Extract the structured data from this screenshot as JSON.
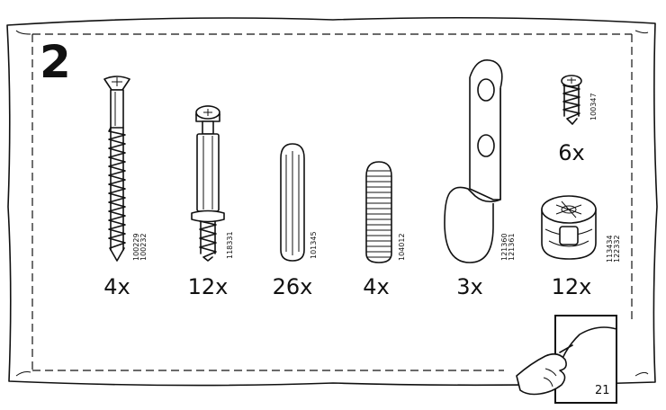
{
  "step": {
    "number": "2"
  },
  "parts": [
    {
      "name": "long-screw",
      "quantity": "4x",
      "codes": "100229\n100232"
    },
    {
      "name": "cam-bolt",
      "quantity": "12x",
      "codes": "118331"
    },
    {
      "name": "wooden-dowel",
      "quantity": "26x",
      "codes": "101345"
    },
    {
      "name": "threaded-dowel",
      "quantity": "4x",
      "codes": "104012"
    },
    {
      "name": "bracket-hook",
      "quantity": "3x",
      "codes": "121360\n121361"
    },
    {
      "name": "short-screw",
      "quantity": "6x",
      "codes": "100347"
    },
    {
      "name": "cam-lock-nut",
      "quantity": "12x",
      "codes": "113434\n122332"
    }
  ],
  "page": {
    "number": "21"
  },
  "icons": [
    "hand-turn-page-icon"
  ]
}
